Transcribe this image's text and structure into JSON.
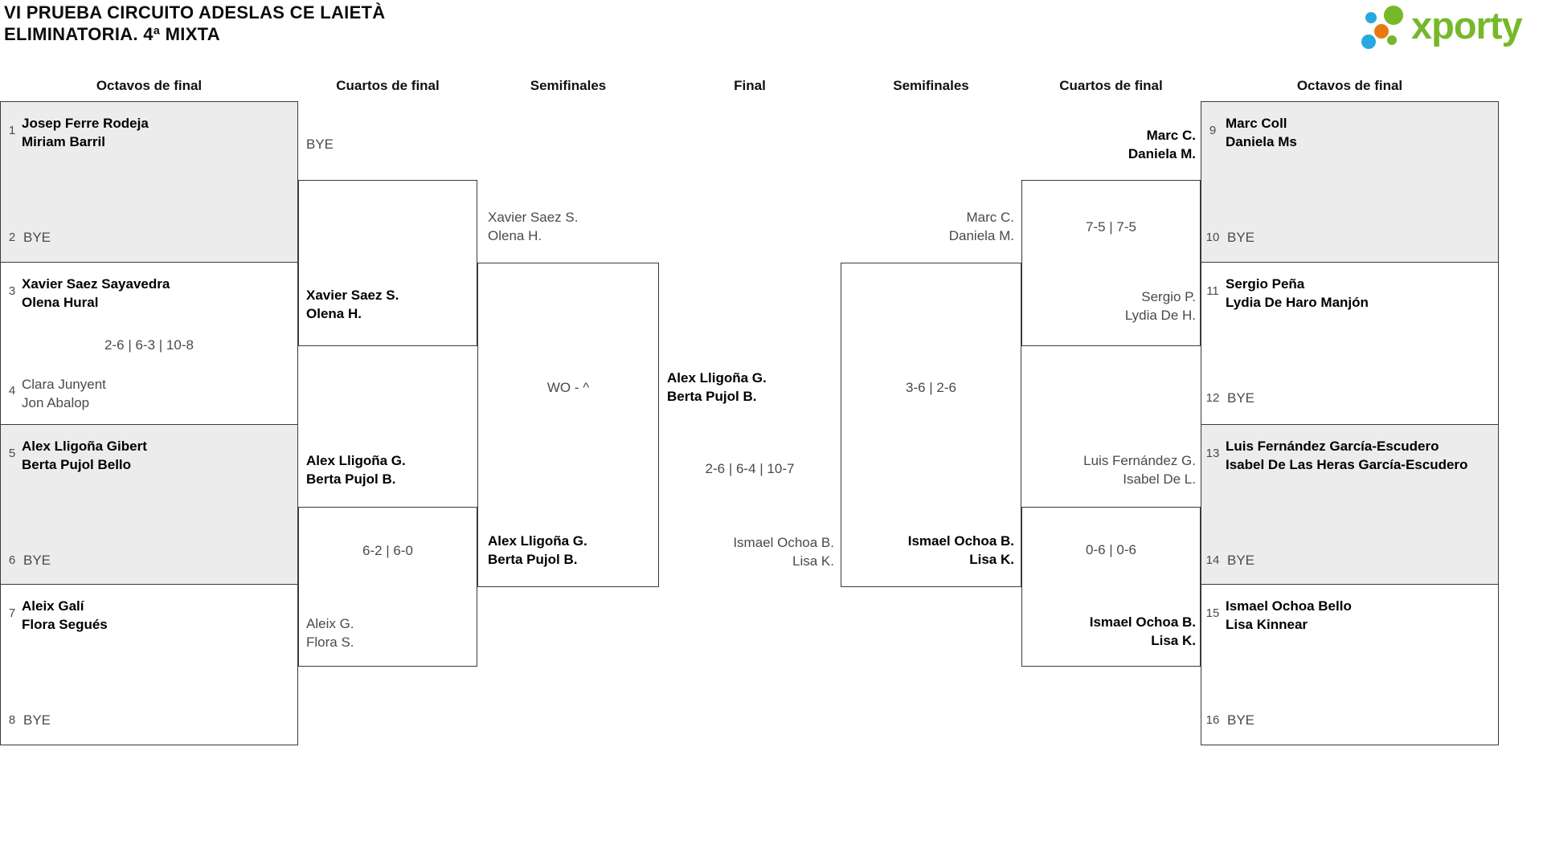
{
  "title": {
    "line1": "VI PRUEBA CIRCUITO ADESLAS CE LAIETÀ",
    "line2": "ELIMINATORIA. 4ª MIXTA"
  },
  "logo": {
    "brand": "xporty"
  },
  "headers": [
    "Octavos de final",
    "Cuartos de final",
    "Semifinales",
    "Final",
    "Semifinales",
    "Cuartos de final",
    "Octavos de final"
  ],
  "octavos_left": [
    {
      "seed_a": "1",
      "a1": "Josep Ferre Rodeja",
      "a2": "Miriam Barril",
      "seed_b": "2",
      "bye": "BYE"
    },
    {
      "seed_a": "3",
      "a1": "Xavier Saez Sayavedra",
      "a2": "Olena Hural",
      "score": "2-6 | 6-3 | 10-8",
      "seed_b": "4",
      "b1": "Clara Junyent",
      "b2": "Jon Abalop"
    },
    {
      "seed_a": "5",
      "a1": "Alex Lligoña Gibert",
      "a2": "Berta Pujol Bello",
      "seed_b": "6",
      "bye": "BYE"
    },
    {
      "seed_a": "7",
      "a1": "Aleix Galí",
      "a2": "Flora Segués",
      "seed_b": "8",
      "bye": "BYE"
    }
  ],
  "cuartos_left": {
    "m1_top_bye": "BYE",
    "m1_bottom1": "Xavier Saez S.",
    "m1_bottom2": "Olena H.",
    "m2_top1": "Alex Lligoña G.",
    "m2_top2": "Berta Pujol B.",
    "m2_score": "6-2 | 6-0",
    "m2_bottom1": "Aleix G.",
    "m2_bottom2": "Flora S."
  },
  "semis_left": {
    "top1": "Xavier Saez S.",
    "top2": "Olena H.",
    "score": "WO - ^",
    "bottom1": "Alex Lligoña G.",
    "bottom2": "Berta Pujol B."
  },
  "final": {
    "top1": "Alex Lligoña G.",
    "top2": "Berta Pujol B.",
    "score": "2-6 | 6-4 | 10-7",
    "bottom1": "Ismael Ochoa B.",
    "bottom2": "Lisa K."
  },
  "semis_right": {
    "top1": "Marc C.",
    "top2": "Daniela M.",
    "score": "3-6 | 2-6",
    "bottom1": "Ismael Ochoa B.",
    "bottom2": "Lisa K."
  },
  "cuartos_right": {
    "m1_top1": "Marc C.",
    "m1_top2": "Daniela M.",
    "m1_score": "7-5 | 7-5",
    "m1_bottom1": "Sergio P.",
    "m1_bottom2": "Lydia De H.",
    "m2_top1": "Luis Fernández G.",
    "m2_top2": "Isabel De L.",
    "m2_score": "0-6 | 0-6",
    "m2_bottom1": "Ismael Ochoa B.",
    "m2_bottom2": "Lisa K."
  },
  "octavos_right": [
    {
      "seed_a": "9",
      "a1": "Marc Coll",
      "a2": "Daniela Ms",
      "seed_b": "10",
      "bye": "BYE"
    },
    {
      "seed_a": "11",
      "a1": "Sergio Peña",
      "a2": "Lydia De Haro Manjón",
      "seed_b": "12",
      "bye": "BYE"
    },
    {
      "seed_a": "13",
      "a1": "Luis Fernández García-Escudero",
      "a2": "Isabel De Las Heras García-Escudero",
      "seed_b": "14",
      "bye": "BYE"
    },
    {
      "seed_a": "15",
      "a1": "Ismael Ochoa Bello",
      "a2": "Lisa Kinnear",
      "seed_b": "16",
      "bye": "BYE"
    }
  ],
  "colors": {
    "brand_green": "#76b82a",
    "brand_blue": "#29a8e0",
    "brand_orange": "#e8790f",
    "shaded_box": "#ececec",
    "border": "#3a3a3a",
    "muted_text": "#4a4a4a"
  }
}
